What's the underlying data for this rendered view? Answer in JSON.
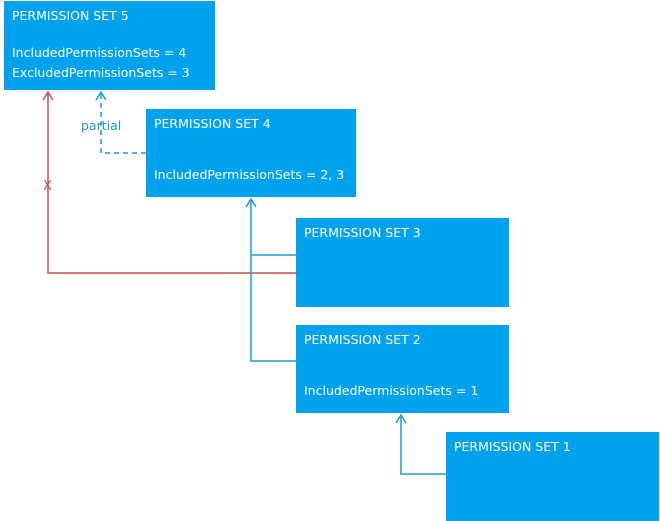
{
  "colors": {
    "box_fill": "#00a2ed",
    "box_text": "#ffffff",
    "include_arrow": "#1b9ad6",
    "exclude_arrow": "#c0504d"
  },
  "boxes": {
    "ps5": {
      "title": "PERMISSION SET 5",
      "lines": [
        "IncludedPermissionSets = 4",
        "ExcludedPermissionSets = 3"
      ]
    },
    "ps4": {
      "title": "PERMISSION SET 4",
      "lines": [
        "IncludedPermissionSets = 2, 3"
      ]
    },
    "ps3": {
      "title": "PERMISSION SET 3",
      "lines": []
    },
    "ps2": {
      "title": "PERMISSION SET 2",
      "lines": [
        "IncludedPermissionSets = 1"
      ]
    },
    "ps1": {
      "title": "PERMISSION SET 1",
      "lines": []
    }
  },
  "labels": {
    "partial": "partial",
    "excluded": "X"
  }
}
